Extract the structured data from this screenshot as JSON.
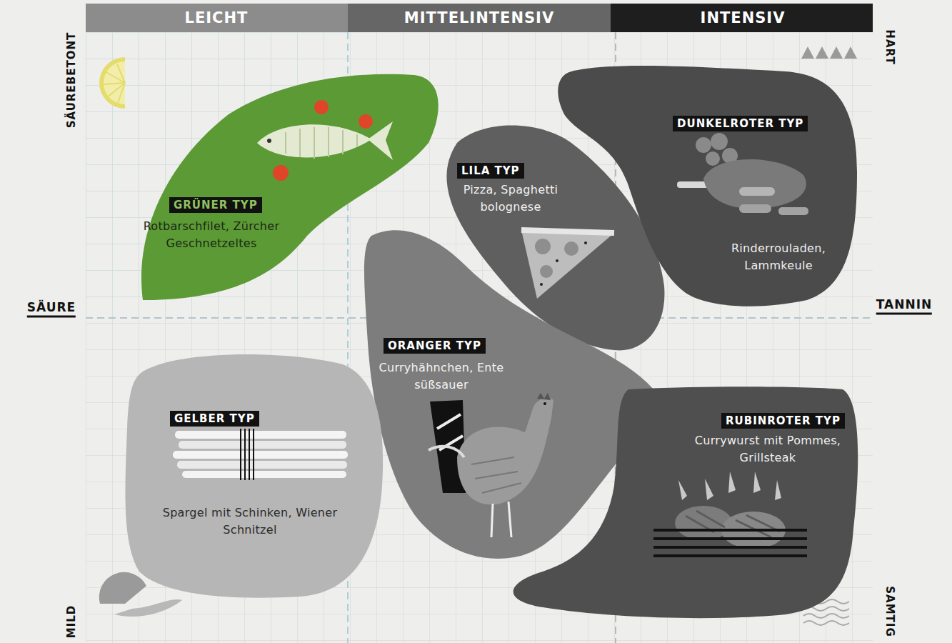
{
  "diagram": {
    "nodes": [
      {
        "text": [
          "GRÜNER TYP",
          "Rotbarschfilet, Zürcher Geschnetzeltes"
        ]
      },
      {
        "text": [
          "LILA TYP",
          "Pizza, Spaghetti bolognese"
        ]
      },
      {
        "text": [
          "DUNKELROTER TYP",
          "Rinderrouladen, Lammkeule"
        ]
      },
      {
        "text": [
          "ORANGER TYP",
          "Curryhähnchen, Ente süßsauer"
        ]
      },
      {
        "text": [
          "GELBER TYP",
          "Spargel mit Schinken, Wiener Schnitzel"
        ]
      },
      {
        "text": [
          "RUBINROTER TYP",
          "Currywurst mit Pommes, Grillsteak"
        ]
      }
    ],
    "labels": [
      "LEICHT",
      "MITTELINTENSIV",
      "INTENSIV",
      "SÄUREBETONT",
      "HART",
      "SÄURE",
      "TANNIN",
      "MILD",
      "SAMTIG"
    ]
  }
}
